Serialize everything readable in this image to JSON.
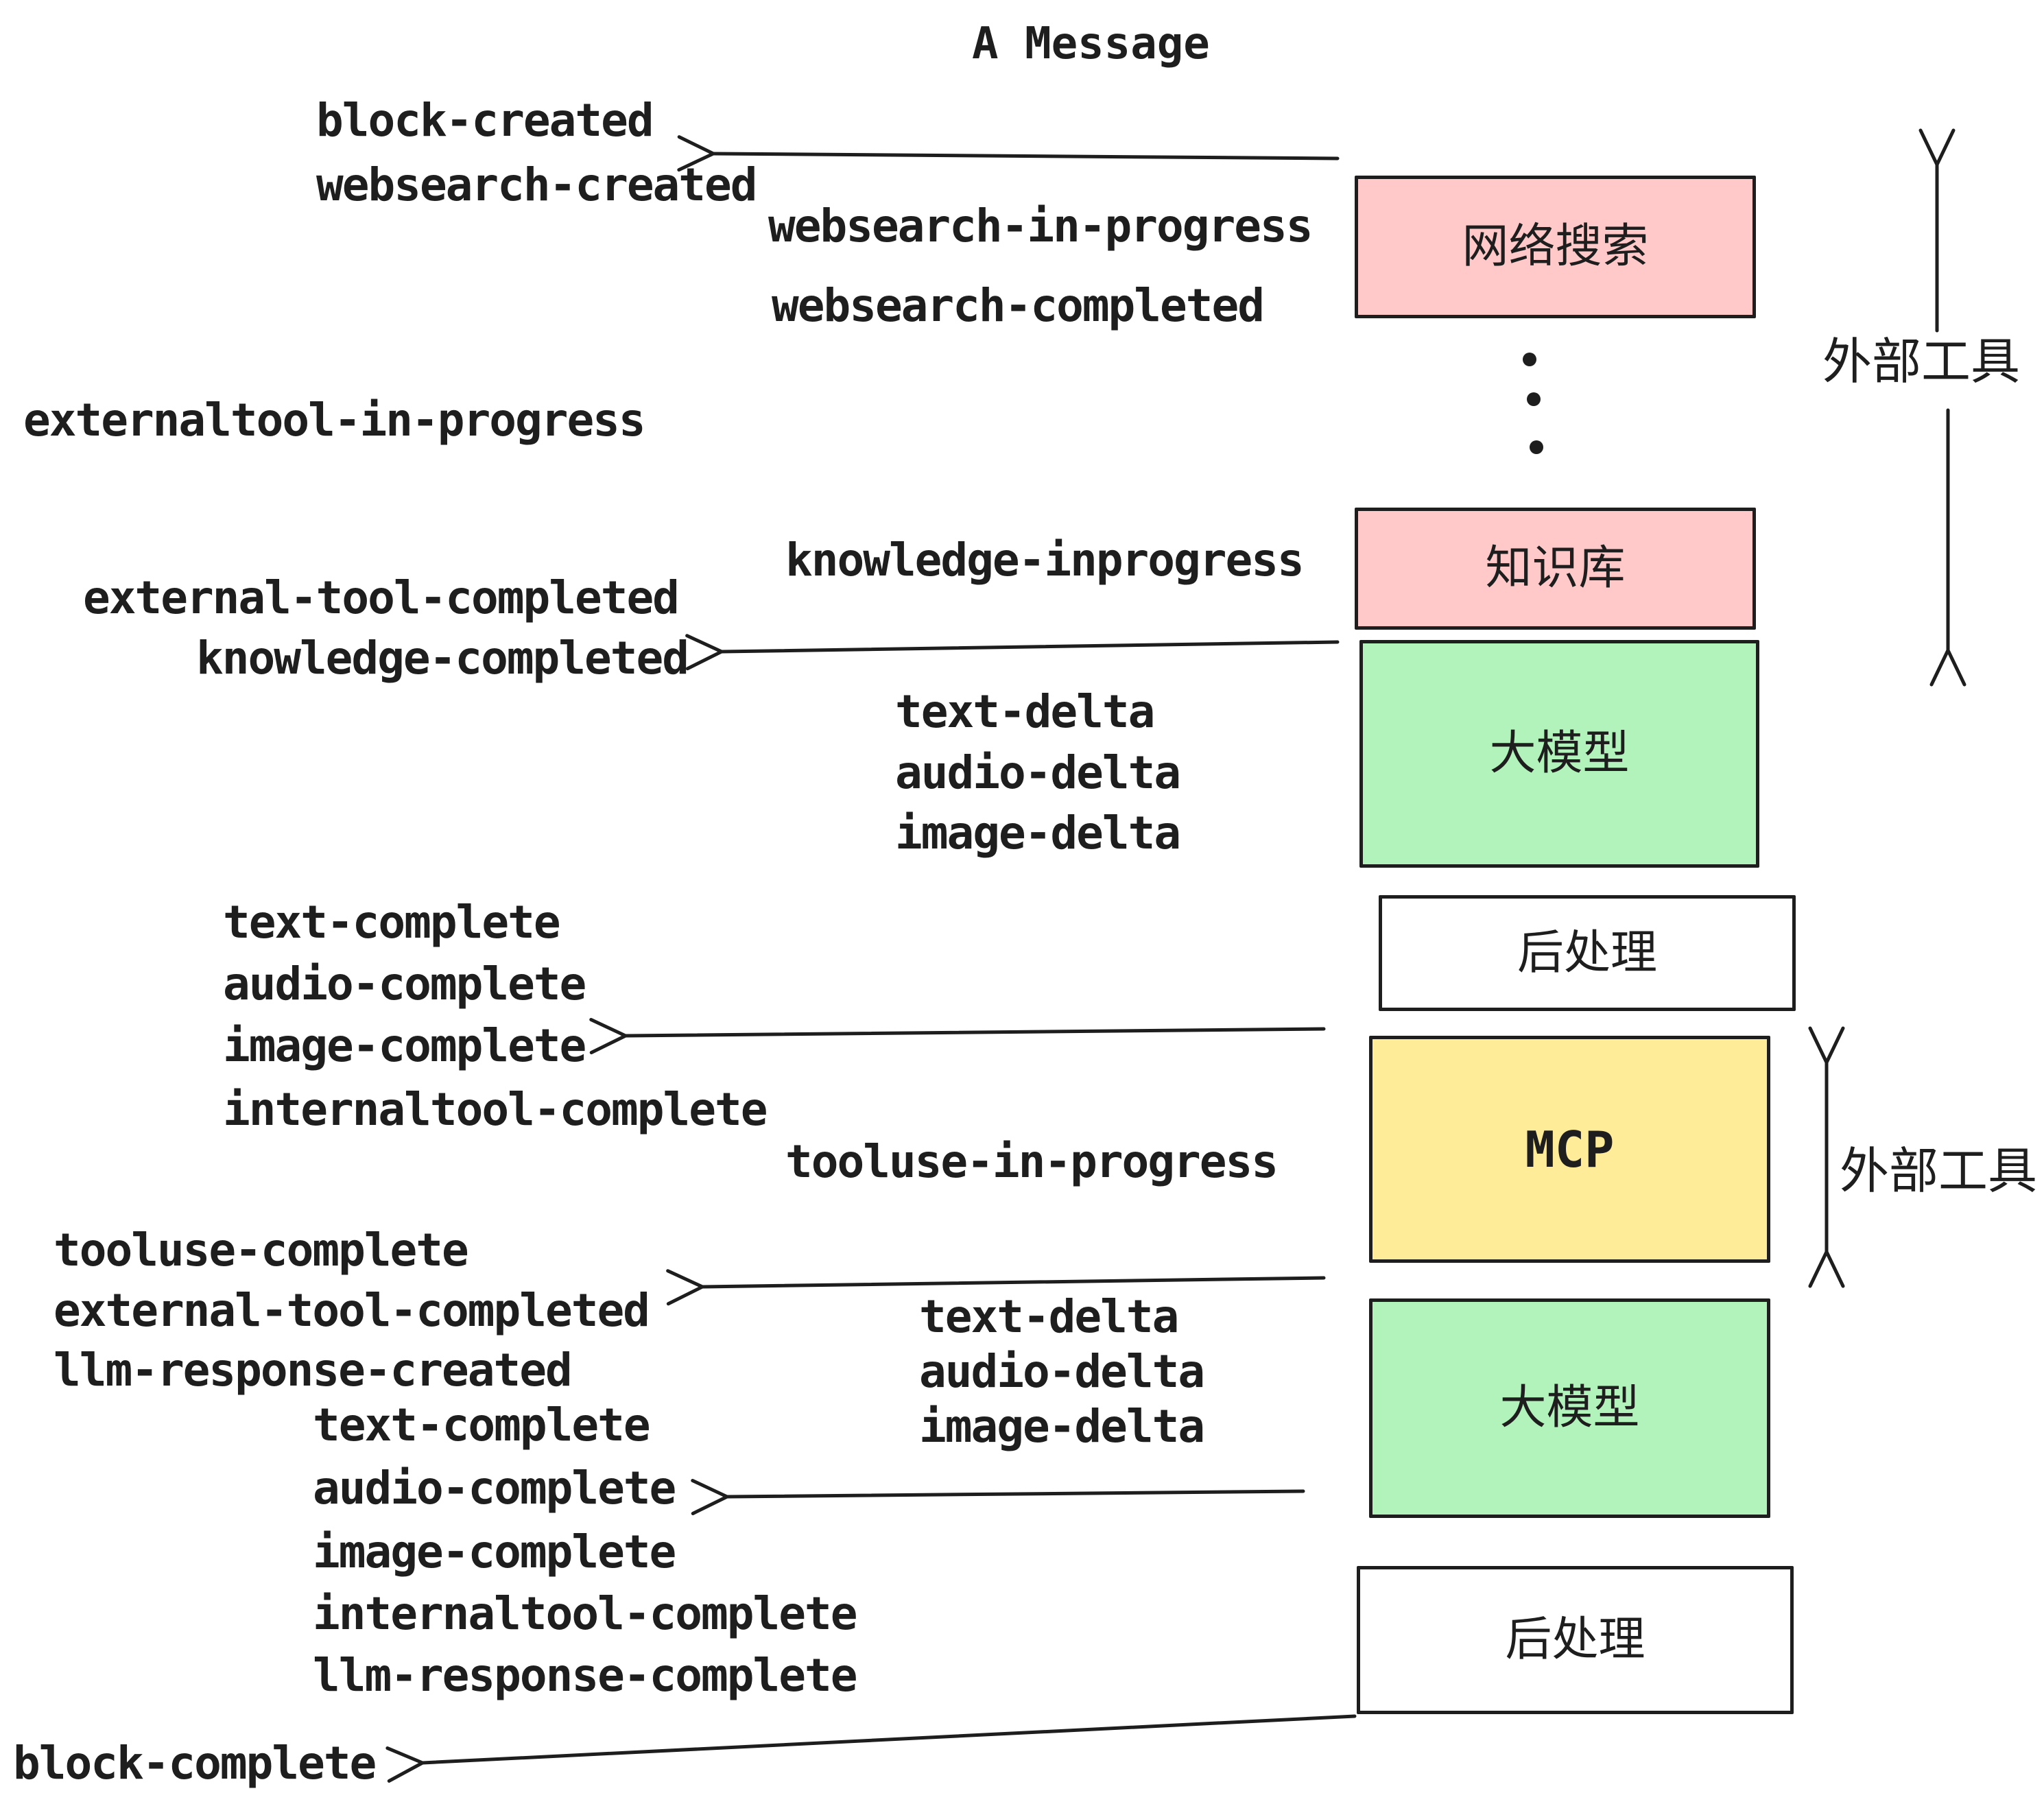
{
  "title": "A Message",
  "events": [
    {
      "id": "block-created",
      "text": "block-created"
    },
    {
      "id": "websearch-created",
      "text": "websearch-created"
    },
    {
      "id": "websearch-in-progress",
      "text": "websearch-in-progress"
    },
    {
      "id": "websearch-completed",
      "text": "websearch-completed"
    },
    {
      "id": "externaltool-in-progress",
      "text": "externaltool-in-progress"
    },
    {
      "id": "knowledge-inprogress",
      "text": "knowledge-inprogress"
    },
    {
      "id": "external-tool-completed",
      "text": "external-tool-completed"
    },
    {
      "id": "knowledge-completed",
      "text": "knowledge-completed"
    },
    {
      "id": "text-delta",
      "text": "text-delta"
    },
    {
      "id": "audio-delta",
      "text": "audio-delta"
    },
    {
      "id": "image-delta",
      "text": "image-delta"
    },
    {
      "id": "text-complete",
      "text": "text-complete"
    },
    {
      "id": "audio-complete",
      "text": "audio-complete"
    },
    {
      "id": "image-complete",
      "text": "image-complete"
    },
    {
      "id": "internaltool-complete",
      "text": "internaltool-complete"
    },
    {
      "id": "tooluse-in-progress",
      "text": "tooluse-in-progress"
    },
    {
      "id": "tooluse-complete",
      "text": "tooluse-complete"
    },
    {
      "id": "external-tool-completed-2",
      "text": "external-tool-completed"
    },
    {
      "id": "llm-response-created",
      "text": "llm-response-created"
    },
    {
      "id": "text-complete-2",
      "text": "text-complete"
    },
    {
      "id": "audio-complete-2",
      "text": "audio-complete"
    },
    {
      "id": "image-complete-2",
      "text": "image-complete"
    },
    {
      "id": "internaltool-complete-2",
      "text": "internaltool-complete"
    },
    {
      "id": "llm-response-complete",
      "text": "llm-response-complete"
    },
    {
      "id": "block-complete",
      "text": "block-complete"
    },
    {
      "id": "text-delta-2",
      "text": "text-delta"
    },
    {
      "id": "audio-delta-2",
      "text": "audio-delta"
    },
    {
      "id": "image-delta-2",
      "text": "image-delta"
    }
  ],
  "boxes": [
    {
      "id": "websearch",
      "label": "网络搜索",
      "fill": "#ffc9c9"
    },
    {
      "id": "knowledge",
      "label": "知识库",
      "fill": "#ffc9c9"
    },
    {
      "id": "llm-1",
      "label": "大模型",
      "fill": "#b2f2bb"
    },
    {
      "id": "postprocess-1",
      "label": "后处理",
      "fill": "#ffffff"
    },
    {
      "id": "mcp",
      "label": "MCP",
      "fill": "#ffec99"
    },
    {
      "id": "llm-2",
      "label": "大模型",
      "fill": "#b2f2bb"
    },
    {
      "id": "postprocess-2",
      "label": "后处理",
      "fill": "#ffffff"
    }
  ],
  "side_labels": [
    {
      "id": "external-tools-1",
      "text": "外部工具"
    },
    {
      "id": "external-tools-2",
      "text": "外部工具"
    }
  ],
  "colors": {
    "ink": "#1e1e1e",
    "pink": "#ffc9c9",
    "green": "#b2f2bb",
    "yellow": "#ffec99",
    "white": "#ffffff"
  }
}
